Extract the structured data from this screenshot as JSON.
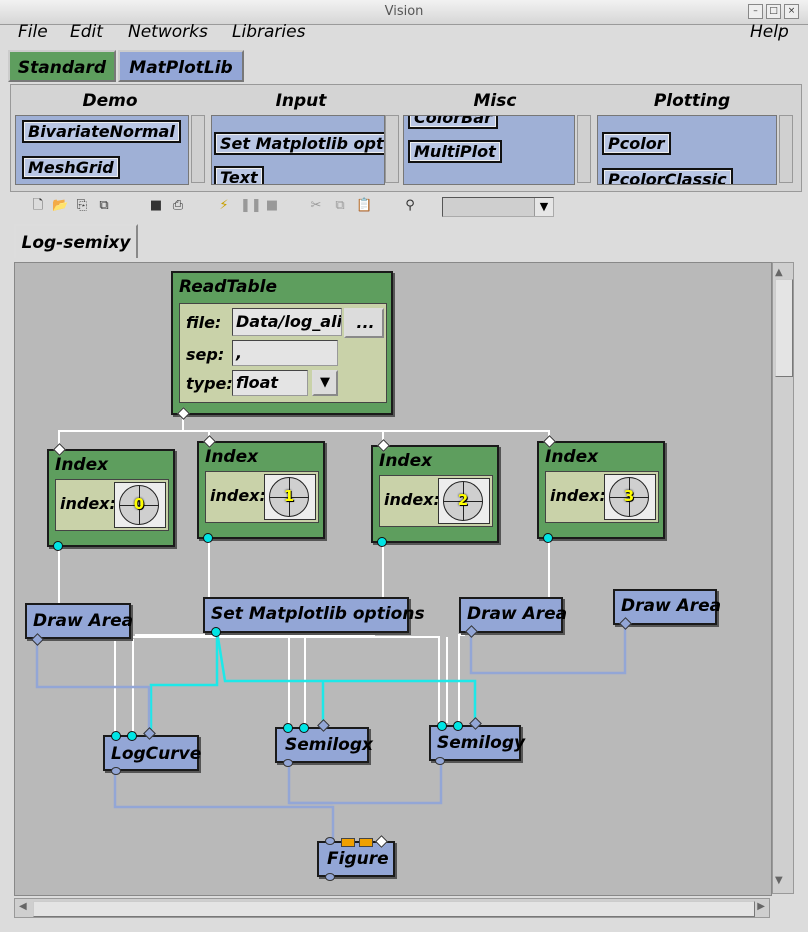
{
  "window": {
    "title": "Vision"
  },
  "menu": [
    "File",
    "Edit",
    "Networks",
    "Libraries",
    "Help"
  ],
  "library_tabs": [
    {
      "label": "Standard",
      "color": "#5e9e5e"
    },
    {
      "label": "MatPlotLib",
      "color": "#93a6d6"
    }
  ],
  "categories": {
    "demo": {
      "title": "Demo",
      "items": [
        "BivariateNormal",
        "MeshGrid"
      ]
    },
    "input": {
      "title": "Input",
      "items": [
        "Set Matplotlib options",
        "Text"
      ]
    },
    "misc": {
      "title": "Misc",
      "items": [
        "ColorBar",
        "MultiPlot"
      ]
    },
    "plotting": {
      "title": "Plotting",
      "items": [
        "Pcolor",
        "PcolorClassic"
      ]
    }
  },
  "network_tab": "Log-semixy",
  "nodes": {
    "readtable": {
      "title": "ReadTable",
      "file_label": "file:",
      "file_value": "Data/log_ali",
      "browse_label": "...",
      "sep_label": "sep:",
      "sep_value": ",",
      "type_label": "type:",
      "type_value": "float"
    },
    "index0": {
      "title": "Index",
      "label": "index:",
      "value": "0"
    },
    "index1": {
      "title": "Index",
      "label": "index:",
      "value": "1"
    },
    "index2": {
      "title": "Index",
      "label": "index:",
      "value": "2"
    },
    "index3": {
      "title": "Index",
      "label": "index:",
      "value": "3"
    },
    "drawarea1": {
      "title": "Draw Area"
    },
    "setopts": {
      "title": "Set Matplotlib options"
    },
    "drawarea2": {
      "title": "Draw Area"
    },
    "drawarea3": {
      "title": "Draw Area"
    },
    "logcurve": {
      "title": "LogCurve"
    },
    "semilogx": {
      "title": "Semilogx"
    },
    "semilogy": {
      "title": "Semilogy"
    },
    "figure": {
      "title": "Figure"
    }
  },
  "colors": {
    "standard_node": "#5e9e5e",
    "matplotlib_node": "#93a6d6",
    "port": "#00e5e5",
    "canvas": "#b9b9b9"
  }
}
